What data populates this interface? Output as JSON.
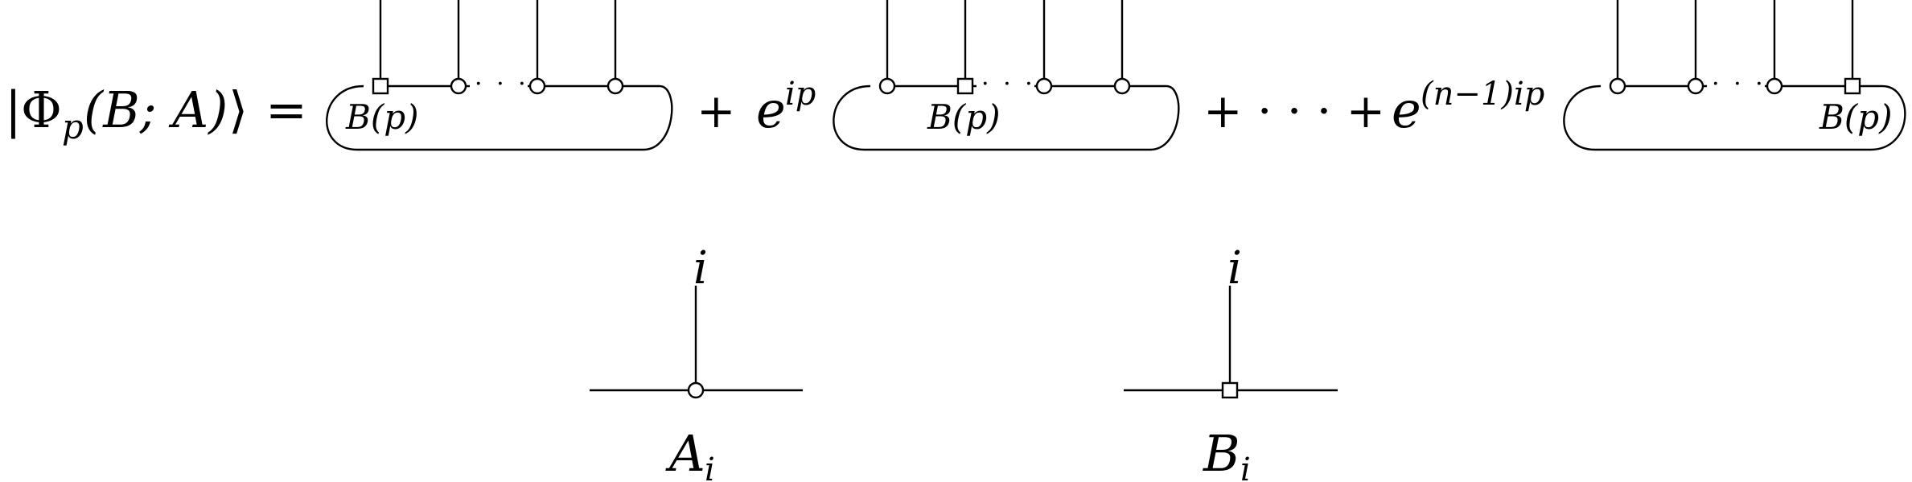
{
  "equation": {
    "lhs": {
      "bar": "|",
      "phi": "Φ",
      "phi_sub": "p",
      "args": "(B; A)",
      "rangle": "⟩",
      "equals": "="
    },
    "plus_1": "+",
    "phase_1": {
      "base": "e",
      "exp": "ip"
    },
    "plus_dots_plus": "+ · · · +",
    "phase_n": {
      "base": "e",
      "exp": "(n−1)ip"
    },
    "terms": [
      {
        "label": "B(p)",
        "dots": "· · ·"
      },
      {
        "label": "B(p)",
        "dots": "· · ·"
      },
      {
        "label": "B(p)",
        "dots": "· · ·"
      }
    ]
  },
  "legend": [
    {
      "index": "i",
      "name": "A",
      "sub": "i",
      "node": "circle"
    },
    {
      "index": "i",
      "name": "B",
      "sub": "i",
      "node": "square"
    }
  ]
}
